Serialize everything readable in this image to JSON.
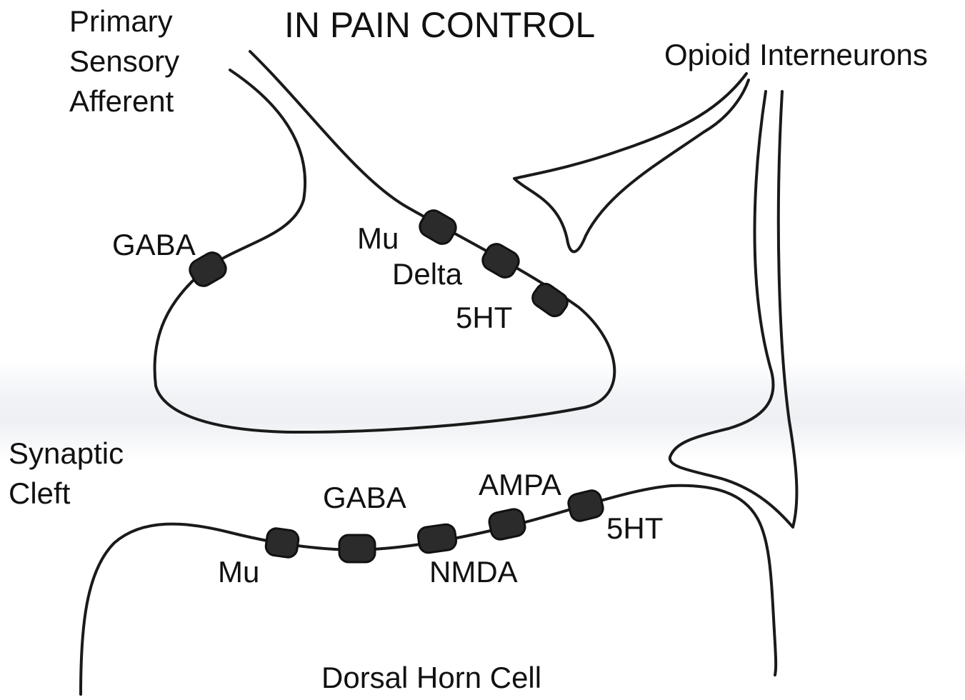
{
  "title": "IN PAIN CONTROL",
  "labels": {
    "primary_sensory_afferent": "Primary\nSensory\nAfferent",
    "opioid_interneurons": "Opioid Interneurons",
    "synaptic_cleft": "Synaptic\nCleft",
    "dorsal_horn_cell": "Dorsal Horn Cell"
  },
  "presynaptic_receptors": {
    "gaba": "GABA",
    "mu": "Mu",
    "delta": "Delta",
    "5ht": "5HT"
  },
  "postsynaptic_receptors": {
    "mu": "Mu",
    "gaba": "GABA",
    "nmda": "NMDA",
    "ampa": "AMPA",
    "5ht": "5HT"
  },
  "colors": {
    "line": "#1a1a1a",
    "receptor": "#2b2b2b",
    "cleft": "#eef0f4"
  }
}
